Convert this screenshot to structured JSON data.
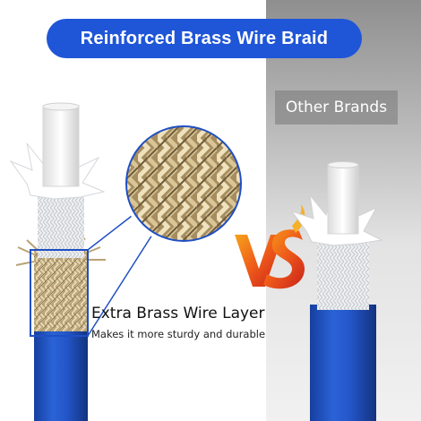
{
  "banner": {
    "title": "Reinforced Brass Wire Braid"
  },
  "comparison": {
    "other_label": "Other Brands",
    "vs_label": "VS"
  },
  "callout": {
    "title": "Extra Brass Wire Layer",
    "subtitle": "Makes it more sturdy and durable"
  },
  "colors": {
    "banner_blue": "#1f56d8",
    "hose_blue": "#1f4fc4",
    "brass": "#c9b58a",
    "vs_orange": "#f07a1a",
    "vs_red": "#d42a1a"
  }
}
